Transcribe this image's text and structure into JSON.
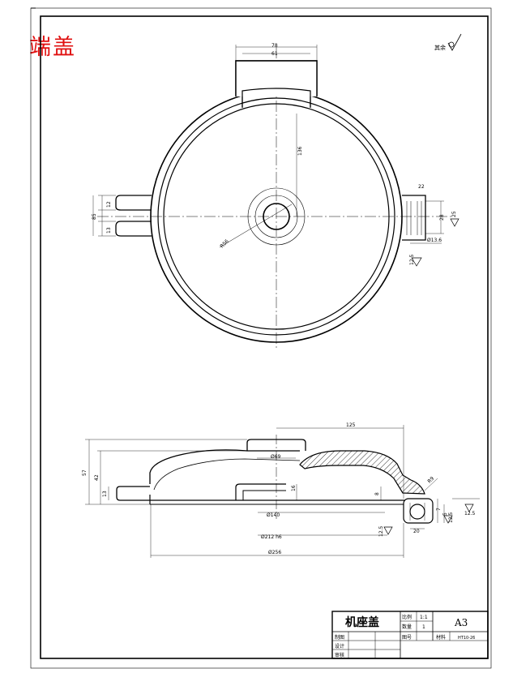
{
  "header": {
    "red_title": "端盖",
    "roughness_note": "其余"
  },
  "top_view": {
    "dims": {
      "boss_outer_width": "78",
      "boss_inner_width": "61",
      "center_to_top": "136",
      "left_stub_spacing": "85",
      "left_stub_upper": "12",
      "left_stub_lower": "13",
      "right_tab_width": "22",
      "right_tab_height": "28",
      "right_tab_roughness": "25",
      "right_tab_bore": "Ø13.6",
      "side_roughness": "12.5",
      "bolt_circle": "R56"
    }
  },
  "section_view": {
    "dims": {
      "half_length": "125",
      "total_height": "57",
      "cover_height": "42",
      "left_stub_height": "13",
      "top_boss_dia": "Ø69",
      "wall_thickness": "16",
      "inner_depth": "8",
      "inner_bore": "Ø140",
      "spigot": "Ø212 h6",
      "spigot_roughness": "12.5",
      "ear_radius": "R9",
      "ear_width": "20",
      "ear_height": "7",
      "ear_thickness": "5",
      "ear_roughness": "12.5",
      "right_roughness": "12.5",
      "overall_dia": "Ø256"
    }
  },
  "title_block": {
    "part_name": "机座盖",
    "scale_label": "比例",
    "scale_value": "1:1",
    "qty_label": "数量",
    "qty_value": "1",
    "paper_size": "A3",
    "drawing_no_label": "图号",
    "material_label": "材料",
    "material_value": "HT10-26",
    "draw_label": "制图",
    "design_label": "设计",
    "check_label": "审核"
  }
}
